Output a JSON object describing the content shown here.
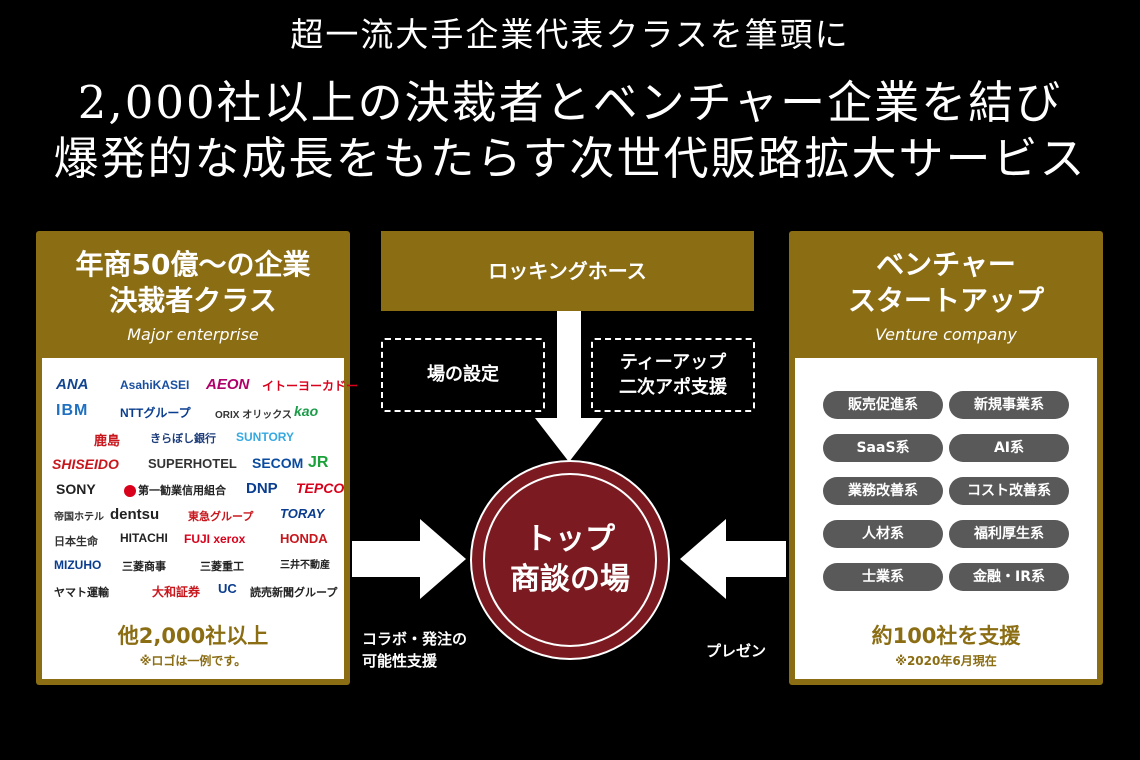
{
  "headline": {
    "line1": "超一流大手企業代表クラスを筆頭に",
    "line2": "2,000社以上の決裁者とベンチャー企業を結び",
    "line3": "爆発的な成長をもたらす次世代販路拡大サービス"
  },
  "left_panel": {
    "title_line1": "年商50億〜の企業",
    "title_line2": "決裁者クラス",
    "subtitle": "Major enterprise",
    "logos": [
      "ANA",
      "AsahiKASEI",
      "AEON",
      "イトーヨーカドー",
      "IBM",
      "NTTグループ",
      "ORIX オリックス",
      "kao",
      "鹿島",
      "きらぼし銀行",
      "SUNTORY",
      "SHISEIDO",
      "SUPERHOTEL",
      "SECOM",
      "JR",
      "SONY",
      "第一勧業信用組合",
      "DNP",
      "TEPCO",
      "帝国ホテル",
      "dentsu",
      "東急グループ",
      "TORAY",
      "日本生命",
      "HITACHI",
      "FUJI xerox",
      "HONDA",
      "MIZUHO",
      "三菱商事",
      "三菱重工",
      "三井不動産",
      "ヤマト運輸",
      "大和証券",
      "UC",
      "読売新聞グループ"
    ],
    "count": "他2,000社以上",
    "note": "※ロゴは一例です。"
  },
  "right_panel": {
    "title_line1": "ベンチャー",
    "title_line2": "スタートアップ",
    "subtitle": "Venture company",
    "tags": [
      "販売促進系",
      "新規事業系",
      "SaaS系",
      "AI系",
      "業務改善系",
      "コスト改善系",
      "人材系",
      "福利厚生系",
      "士業系",
      "金融・IR系"
    ],
    "count": "約100社を支援",
    "note": "※2020年6月現在"
  },
  "center": {
    "rocking_horse": "ロッキングホース",
    "setup": "場の設定",
    "teeup_line1": "ティーアップ",
    "teeup_line2": "二次アポ支援",
    "circle_line1": "トップ",
    "circle_line2": "商談の場",
    "left_label_line1": "コラボ・発注の",
    "left_label_line2": "可能性支援",
    "right_label": "プレゼン"
  },
  "colors": {
    "gold": "#8b6d14",
    "maroon": "#7b1b21",
    "tag_gray": "#595959"
  }
}
